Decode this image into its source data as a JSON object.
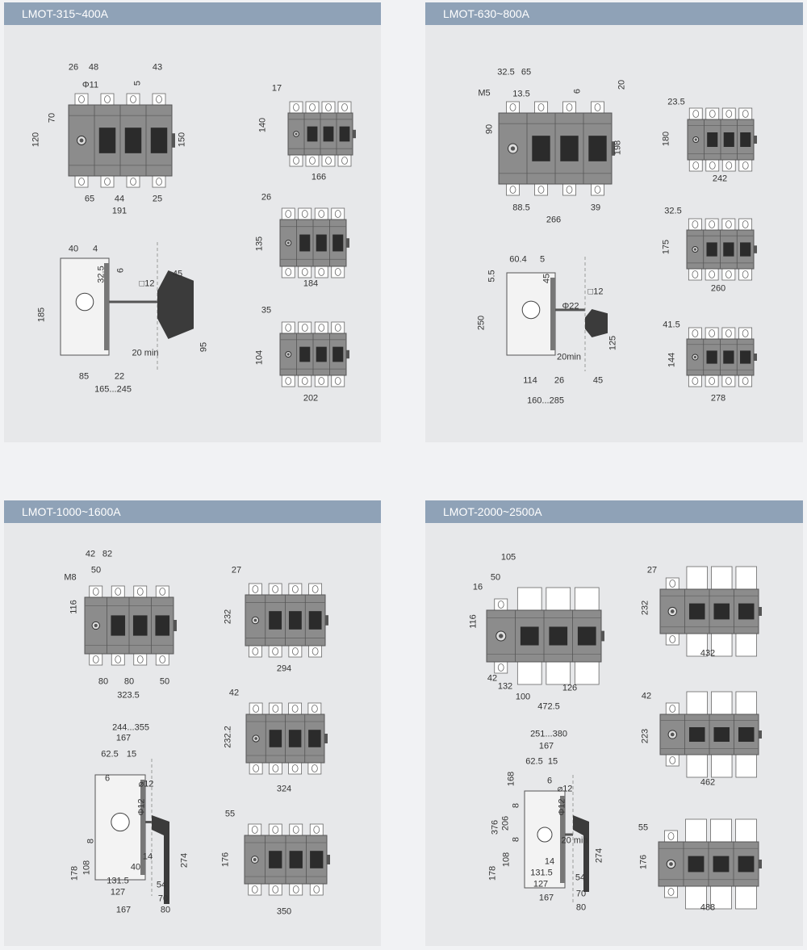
{
  "panels": [
    {
      "title": "LMOT-315~400A",
      "labels": [
        "26",
        "48",
        "43",
        "Φ11",
        "5",
        "120",
        "70",
        "150",
        "65",
        "44",
        "25",
        "191",
        "40",
        "4",
        "32.5",
        "6",
        "□12",
        "45",
        "185",
        "95",
        "20 min",
        "85",
        "22",
        "165...245",
        "17",
        "140",
        "166",
        "26",
        "135",
        "184",
        "35",
        "104",
        "202"
      ]
    },
    {
      "title": "LMOT-630~800A",
      "labels": [
        "32.5",
        "65",
        "M5",
        "13.5",
        "6",
        "20",
        "90",
        "198",
        "88.5",
        "39",
        "266",
        "60.4",
        "5",
        "5.5",
        "45",
        "□12",
        "Φ22",
        "250",
        "125",
        "20min",
        "114",
        "26",
        "45",
        "160...285",
        "23.5",
        "180",
        "242",
        "32.5",
        "175",
        "260",
        "41.5",
        "144",
        "278"
      ]
    },
    {
      "title": "LMOT-1000~1600A",
      "labels": [
        "42",
        "82",
        "50",
        "M8",
        "116",
        "80",
        "80",
        "50",
        "323.5",
        "244...355",
        "167",
        "62.5",
        "15",
        "6",
        "⌀12",
        "Φ12",
        "8",
        "108",
        "178",
        "14",
        "40",
        "131.5",
        "54",
        "127",
        "70",
        "274",
        "167",
        "80",
        "27",
        "232",
        "294",
        "42",
        "232.2",
        "324",
        "55",
        "176",
        "350"
      ]
    },
    {
      "title": "LMOT-2000~2500A",
      "labels": [
        "105",
        "50",
        "16",
        "116",
        "42",
        "132",
        "100",
        "126",
        "472.5",
        "251...380",
        "167",
        "62.5",
        "15",
        "168",
        "6",
        "⌀12",
        "8",
        "206",
        "376",
        "Φ12",
        "20 min",
        "8",
        "108",
        "178",
        "14",
        "131.5",
        "127",
        "54",
        "274",
        "167",
        "70",
        "80",
        "27",
        "232",
        "432",
        "42",
        "223",
        "462",
        "55",
        "176",
        "488"
      ]
    }
  ],
  "colors": {
    "header": "#8fa2b7",
    "panel": "#e7e8ea",
    "body": "#8c8c8c",
    "window": "#2b2b2b"
  }
}
